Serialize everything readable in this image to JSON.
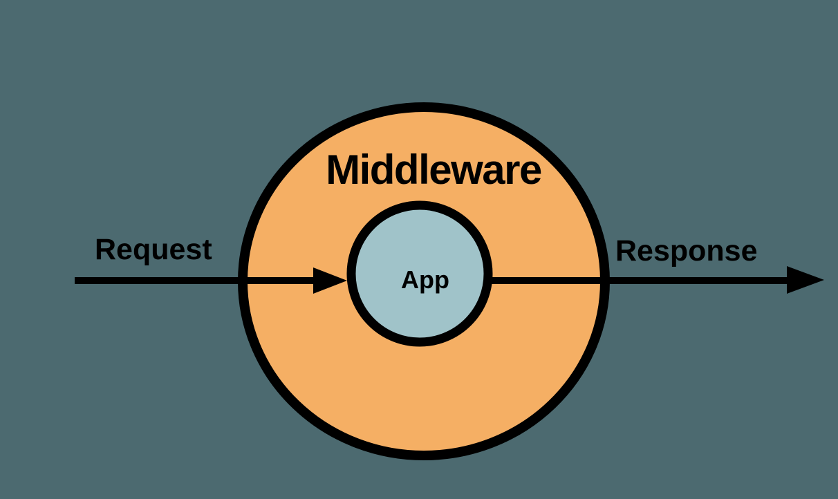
{
  "colors": {
    "background": "#4C6A70",
    "middleware_fill": "#F5AF64",
    "app_fill": "#A0C3C9",
    "outline": "#000000",
    "arrow": "#000000",
    "text": "#000000"
  },
  "labels": {
    "middleware": "Middleware",
    "app": "App",
    "request": "Request",
    "response": "Response"
  }
}
